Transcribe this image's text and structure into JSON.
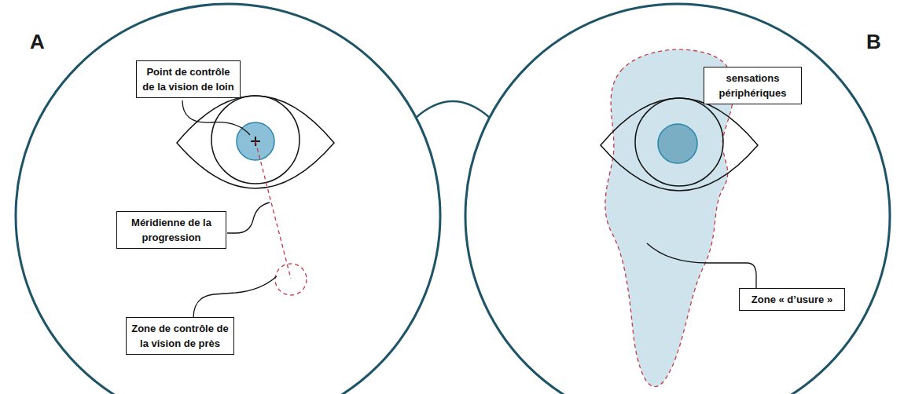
{
  "diagram": {
    "nodes": [
      {
        "text": [
          "Point de contrôle de la vision de loin"
        ]
      },
      {
        "text": [
          "Méridienne de la progression"
        ]
      },
      {
        "text": [
          "Zone de contrôle de la vision de près"
        ]
      },
      {
        "text": [
          "sensations périphériques"
        ]
      },
      {
        "text": [
          "Zone « d’usure »"
        ]
      }
    ],
    "labels": [
      "A",
      "B"
    ]
  }
}
